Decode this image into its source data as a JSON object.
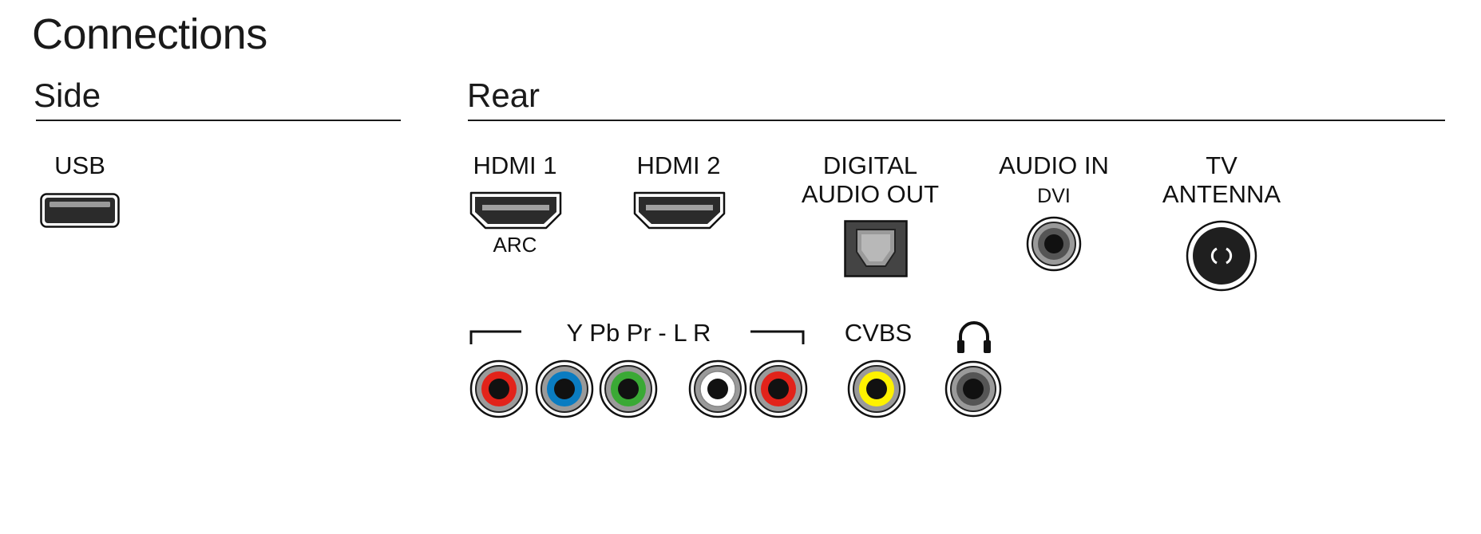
{
  "title": "Connections",
  "sections": {
    "side": "Side",
    "rear": "Rear"
  },
  "side_ports": {
    "usb": {
      "label": "USB",
      "icon": "usb-port-icon"
    }
  },
  "rear_ports": {
    "hdmi1": {
      "label": "HDMI 1",
      "sublabel": "ARC",
      "icon": "hdmi-port-icon"
    },
    "hdmi2": {
      "label": "HDMI 2",
      "icon": "hdmi-port-icon"
    },
    "digital_audio_out": {
      "label_line1": "DIGITAL",
      "label_line2": "AUDIO OUT",
      "icon": "optical-port-icon"
    },
    "audio_in": {
      "label": "AUDIO IN",
      "sublabel": "DVI",
      "icon": "audio-jack-icon"
    },
    "tv_antenna": {
      "label_line1": "TV",
      "label_line2": "ANTENNA",
      "icon": "antenna-port-icon"
    }
  },
  "component_group": {
    "label": "Y Pb Pr - L R",
    "jacks": [
      {
        "name": "Y",
        "color": "#e2231a"
      },
      {
        "name": "Pb",
        "color": "#0a7cc1"
      },
      {
        "name": "Pr",
        "color": "#3aa935"
      },
      {
        "name": "L",
        "color": "#ffffff"
      },
      {
        "name": "R",
        "color": "#e2231a"
      }
    ]
  },
  "cvbs": {
    "label": "CVBS",
    "color": "#fff200"
  },
  "headphones": {
    "icon": "headphones-icon"
  }
}
